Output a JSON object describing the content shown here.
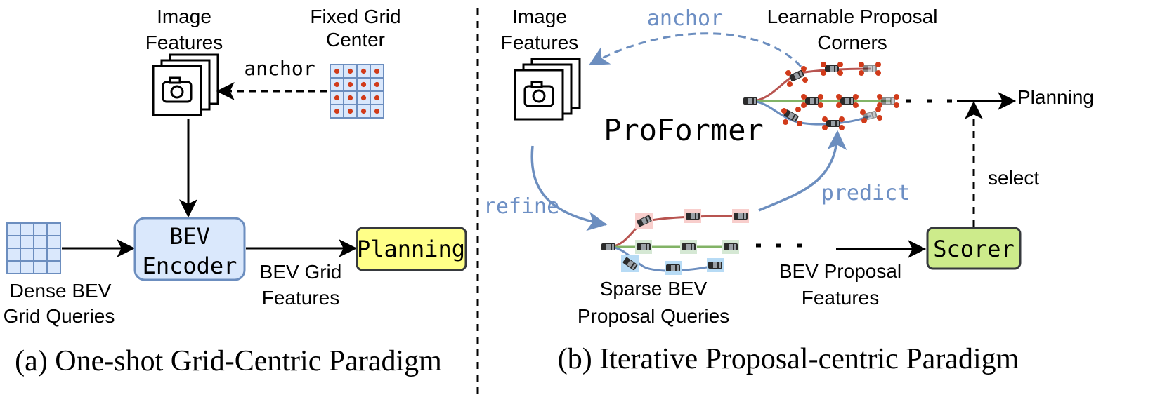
{
  "panel_a": {
    "image_features_label": [
      "Image",
      "Features"
    ],
    "fixed_grid_label": [
      "Fixed Grid",
      "Center"
    ],
    "anchor_label": "anchor",
    "encoder_label": [
      "BEV",
      "Encoder"
    ],
    "planning_label": "Planning",
    "dense_queries_label": [
      "Dense BEV",
      "Grid Queries"
    ],
    "grid_features_label": [
      "BEV Grid",
      "Features"
    ],
    "caption": "(a) One-shot Grid-Centric Paradigm"
  },
  "panel_b": {
    "image_features_label": [
      "Image",
      "Features"
    ],
    "anchor_label": "anchor",
    "corners_label": [
      "Learnable Proposal",
      "Corners"
    ],
    "model_name": "ProFormer",
    "planning_label": "Planning",
    "select_label": "select",
    "refine_label": "refine",
    "predict_label": "predict",
    "scorer_label": "Scorer",
    "sparse_queries_label": [
      "Sparse BEV",
      "Proposal Queries"
    ],
    "proposal_features_label": [
      "BEV Proposal",
      "Features"
    ],
    "caption": "(b) Iterative Proposal-centric Paradigm"
  },
  "colors": {
    "encoder_fill": "#dae8fc",
    "encoder_stroke": "#6c8ebf",
    "planning_fill": "#ffff88",
    "scorer_fill": "#cdeb8b",
    "red_path": "#b85450",
    "green_path": "#82b366",
    "blue_path": "#6c8ebf",
    "corner_dot": "#d13b1a",
    "mono_blue": "#6d8fc4"
  },
  "icons": [
    "camera-icon",
    "grid-icon",
    "car-icon",
    "arrow-icon"
  ]
}
